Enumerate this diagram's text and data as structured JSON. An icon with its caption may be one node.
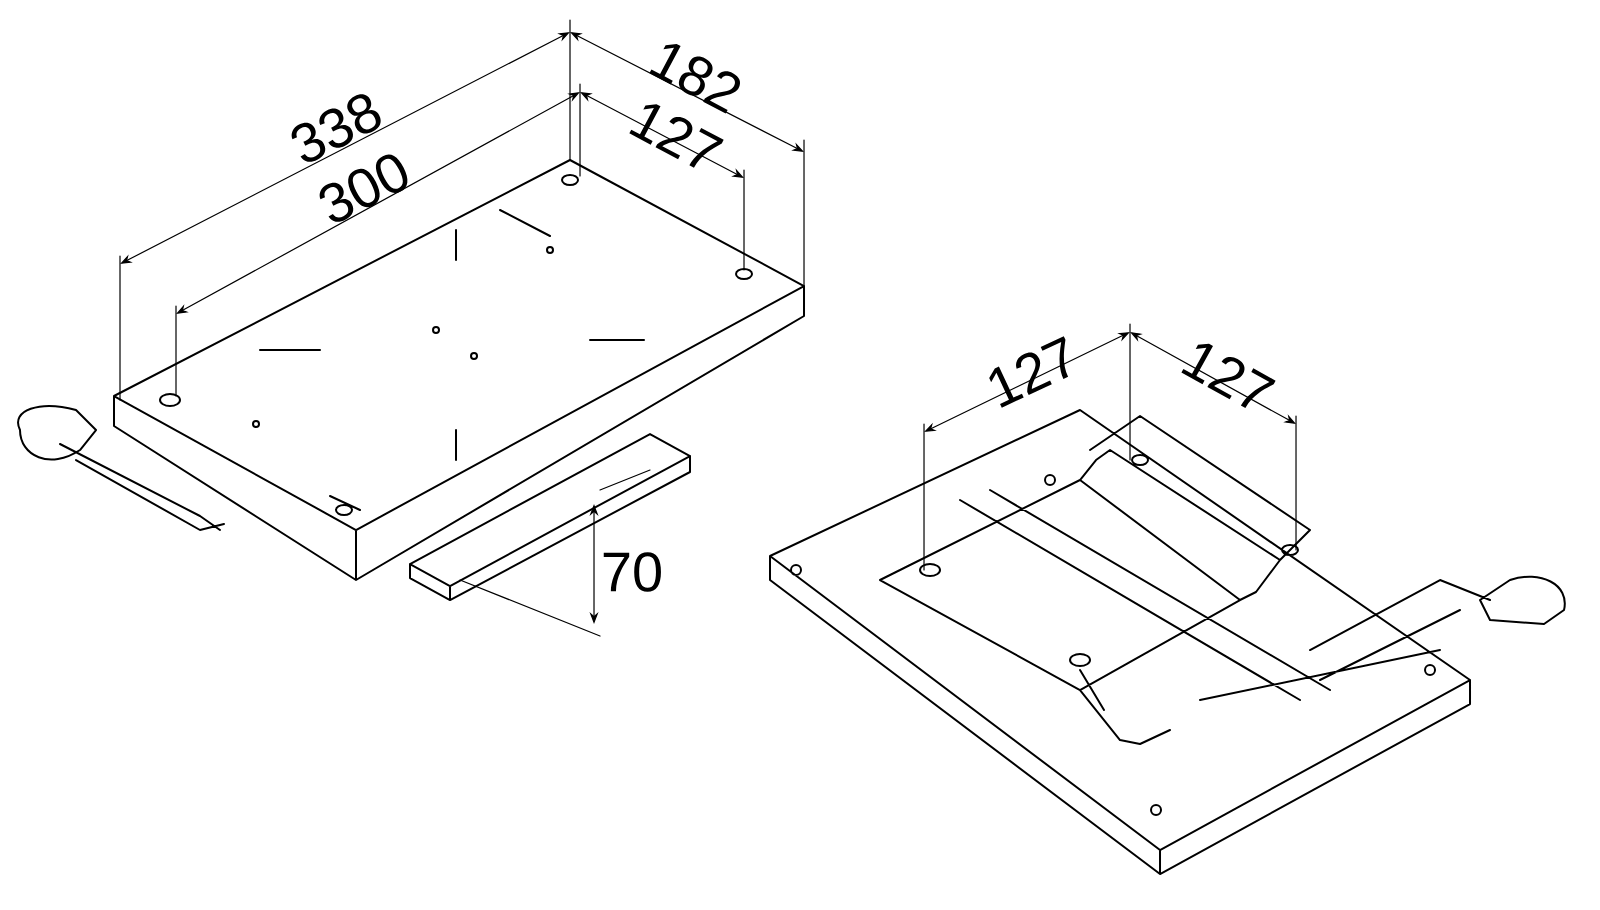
{
  "diagram": {
    "labels": [
      "338",
      "182",
      "300",
      "127",
      "127",
      "127",
      "70"
    ]
  }
}
